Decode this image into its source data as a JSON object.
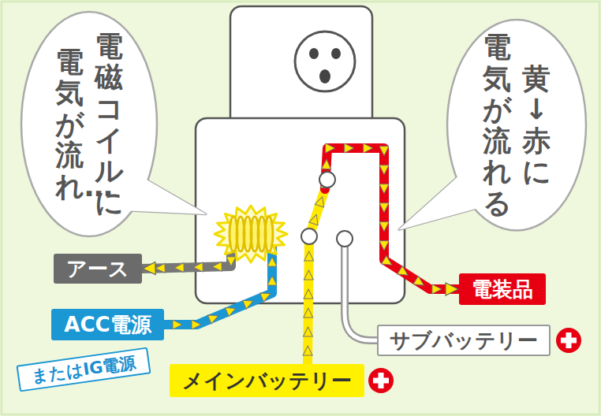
{
  "diagram": {
    "nodes": [
      {
        "text": [
          "電磁コイルに",
          "電気が流れ…"
        ]
      },
      {
        "text": [
          "黄↓赤に",
          "電気が流れる"
        ]
      },
      {
        "text": [
          "アース"
        ]
      },
      {
        "text": [
          "ACC電源"
        ]
      },
      {
        "text": [
          "またはIG電源"
        ]
      },
      {
        "text": [
          "電装品"
        ]
      },
      {
        "text": [
          "サブバッテリー"
        ]
      },
      {
        "text": [
          "メインバッテリー"
        ]
      }
    ],
    "edges": [
      {
        "from": 3,
        "to": 2,
        "arrow": "to"
      },
      {
        "from": 7,
        "to": 5,
        "arrow": "to"
      }
    ]
  }
}
